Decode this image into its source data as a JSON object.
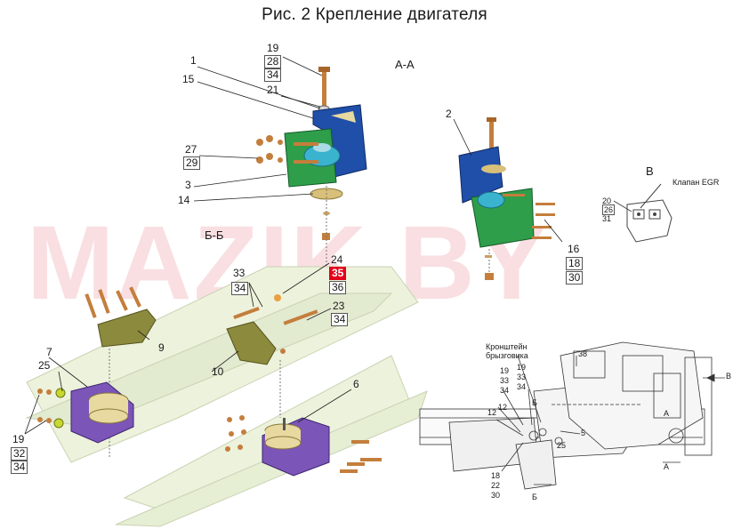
{
  "title": "Рис. 2  Крепление двигателя",
  "watermark": "MAZIK.BY",
  "sections": {
    "aa": "А-А",
    "bb": "Б-Б",
    "v": "В"
  },
  "labels": {
    "l19a": "19",
    "l28": "28",
    "l34a": "34",
    "l1": "1",
    "l15": "15",
    "l21": "21",
    "l27": "27",
    "l29": "29",
    "l3": "3",
    "l14": "14",
    "l2": "2",
    "l16": "16",
    "l18a": "18",
    "l30a": "30",
    "l20": "20",
    "l26": "26",
    "l31": "31",
    "egr": "Клапан EGR",
    "l33a": "33",
    "l34b": "34",
    "l24": "24",
    "l35": "35",
    "l36": "36",
    "l23": "23",
    "l34c": "34",
    "l9": "9",
    "l10": "10",
    "l7": "7",
    "l25a": "25",
    "l19b": "19",
    "l32": "32",
    "l34d": "34",
    "l6": "6",
    "bracket1": "Кронштейн",
    "bracket2": "брызговика",
    "l38": "38",
    "r19a": "19",
    "r33a": "33",
    "r34a": "34",
    "r19b": "19",
    "r33b": "33",
    "r34b": "34",
    "r12a": "12",
    "r12b": "12",
    "rb1": "Б",
    "r5": "5",
    "r25": "25",
    "r18": "18",
    "r22": "22",
    "r30": "30",
    "rb2": "Б",
    "ra1": "А",
    "ra2": "А",
    "rv": "В"
  },
  "colors": {
    "blue": "#1f4fa8",
    "green": "#2f9e4a",
    "purple": "#7b55b8",
    "olive": "#8c8a3c",
    "bolt": "#c47e3c",
    "rubber": "#e8d9a0",
    "frame": "#edf2dc",
    "red": "#e3001b"
  }
}
